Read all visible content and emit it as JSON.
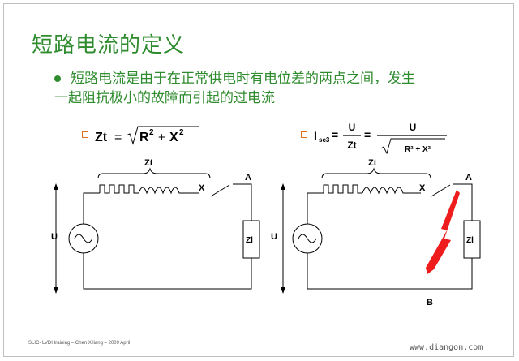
{
  "slide": {
    "title": "短路电流的定义",
    "bullet_line1": "短路电流是由于在正常供电时有电位差的两点之间，发生",
    "bullet_line2": "一起阻抗极小的故障而引起的过电流",
    "formula_left": {
      "lhs": "Zt",
      "eq": "=",
      "r": "R",
      "r_exp": "2",
      "plus": "+",
      "x": "X",
      "x_exp": "2"
    },
    "formula_right": {
      "lhs": "I",
      "lhs_sub": "sc3",
      "eq1": "=",
      "num1": "U",
      "den1": "Zt",
      "eq2": "=",
      "num2": "U",
      "den2": "R² + X²"
    },
    "circuit_left": {
      "zt_label": "Zt",
      "x_label": "X",
      "a_label": "A",
      "u_label": "U",
      "load_label": "Zl"
    },
    "circuit_right": {
      "zt_label": "Zt",
      "x_label": "X",
      "a_label": "A",
      "b_label": "B",
      "u_label": "U",
      "load_label": "Zl"
    },
    "footer": "SLIC- LVDI training – Chen Xiliang – 2009 April",
    "watermark": "www.diangon.com"
  },
  "colors": {
    "title_green": "#2e8b2e",
    "bullet_square": "#e07020",
    "fault_red": "#ee1c1c"
  }
}
